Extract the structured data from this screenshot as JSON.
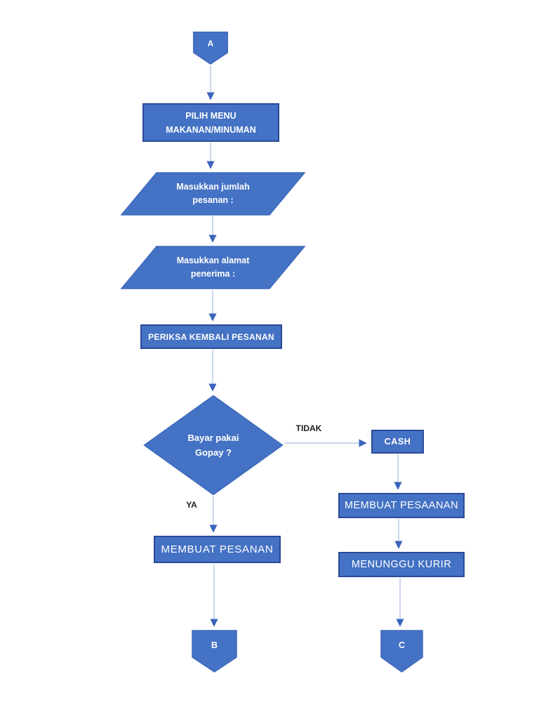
{
  "palette": {
    "node_fill": "#4472c4",
    "node_border_dark": "#2b4a97",
    "shape_outline": "#3f69bd",
    "arrow_line": "#b5c7ea",
    "arrow_head": "#3a64bb",
    "node_text": "#ffffff",
    "edge_label_text": "#1f1f1f",
    "page_background": "#ffffff"
  },
  "nodes": {
    "connector_a": {
      "type": "off-page-connector",
      "label": "A"
    },
    "pilih_menu": {
      "type": "process",
      "line1": "PILIH MENU",
      "line2": "MAKANAN/MINUMAN"
    },
    "jumlah_pesanan": {
      "type": "input-parallelogram",
      "line1": "Masukkan jumlah",
      "line2": "pesanan :"
    },
    "alamat_penerima": {
      "type": "input-parallelogram",
      "line1": "Masukkan alamat",
      "line2": "penerima :"
    },
    "periksa": {
      "type": "process",
      "label": "PERIKSA KEMBALI PESANAN"
    },
    "bayar_gopay": {
      "type": "decision-diamond",
      "line1": "Bayar pakai",
      "line2": "Gopay ?"
    },
    "cash": {
      "type": "process",
      "label": "CASH"
    },
    "membuat_pesaanan": {
      "type": "process",
      "label": "MEMBUAT PESAANAN"
    },
    "menunggu_kurir": {
      "type": "process",
      "label": "MENUNGGU KURIR"
    },
    "membuat_pesanan": {
      "type": "process",
      "label": "MEMBUAT PESANAN"
    },
    "connector_b": {
      "type": "off-page-connector",
      "label": "B"
    },
    "connector_c": {
      "type": "off-page-connector",
      "label": "C"
    }
  },
  "edge_labels": {
    "tidak": "TIDAK",
    "ya": "YA"
  }
}
